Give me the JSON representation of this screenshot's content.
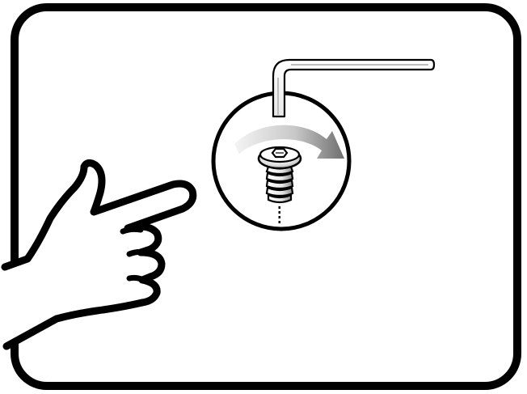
{
  "illustration": {
    "type": "assembly-instruction-pictogram",
    "depicts": [
      "pointing-hand",
      "allen-key",
      "hex-socket-screw",
      "clockwise-rotation-arrow"
    ],
    "rotation_direction": "clockwise",
    "colors": {
      "background": "#ffffff",
      "line": "#000000",
      "arrow_light": "#f2f2f2",
      "arrow_dark": "#7a7a7a",
      "screw_light": "#ffffff",
      "screw_dark": "#8c8c8c"
    }
  }
}
